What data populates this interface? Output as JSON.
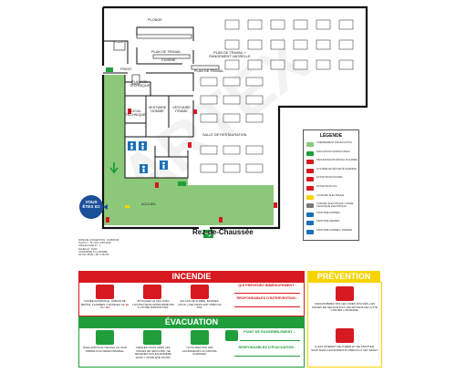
{
  "plan": {
    "rooms": {
      "plonge": "PLONGE",
      "four": "FOUR",
      "plan_travail_1": "PLAN DE TRAVAIL",
      "cuisine": "CUISINE",
      "plan_travail_vaisselle": "PLAN DE TRAVAIL + RANGEMENT VAISSELLE",
      "frigo": "FRIGO",
      "plan_travail_2": "PLAN DE TRAVAIL",
      "placard_technique": "PLACARD TECHNIQUE",
      "local_technique": "LOCAL TECHNIQUE",
      "vestiaire_homme": "VESTIAIRE HOMME",
      "vestiaire_femme": "VESTIAIRE FEMME",
      "salle_restauration": "SALLE DE RESTAURATION",
      "accueil": "ACCUEIL"
    },
    "you_are_here": "VOUS ÊTES ICI",
    "floor_title": "Rez-de-Chaussée",
    "info_lines": [
      "DATE DE CONCEPTION : 01/08/2019",
      "PLAN N° : 75 / 001 / ART-3010",
      "ANGLE D'AXE N° : 1",
      "ÉCHELLE : 1/200",
      "CONFORME À LA NORME",
      "NF ISO 23601 / NF X 08-070"
    ],
    "watermark": "ARTEX"
  },
  "legend": {
    "title": "LÉGENDE",
    "items": [
      {
        "text": "CHEMINEMENT D'ÉVACUATION",
        "color": "#8cc87a"
      },
      {
        "text": "ÉVACUATION SORTIE FINALE",
        "color": "#1f9e3b"
      },
      {
        "text": "DÉCLENCHEUR MANUEL D'ALARME",
        "color": "#d71920"
      },
      {
        "text": "SYSTÈME DE SÉCURITÉ INCENDIE",
        "color": "#d71920"
      },
      {
        "text": "EXTINCTEUR POUDRE",
        "color": "#d71920"
      },
      {
        "text": "EXTINCTEUR CO2",
        "color": "#d71920"
      },
      {
        "text": "COUPURE ÉLECTRIQUE",
        "color": "#f6d400"
      },
      {
        "text": "COFFRET ÉLECTRIQUE / VANNE TECHNIQUE ÉLECTRIQUE",
        "color": "#777777"
      },
      {
        "text": "SANITAIRE HOMMES",
        "color": "#1a6fb5"
      },
      {
        "text": "SANITAIRE FEMMES",
        "color": "#1a6fb5"
      },
      {
        "text": "SANITAIRE HOMMES / FEMMES",
        "color": "#1a6fb5"
      }
    ]
  },
  "incendie": {
    "title": "INCENDIE",
    "steps": [
      {
        "text": "FUMÉE ANORMALE, ODEUR DE BRÛLÉ, FLAMMES ? APPELEZ LE",
        "num1": "18",
        "ou": "OU",
        "num2": "112"
      },
      {
        "text": "ATTAQUEZ LE FEU AVEC L'EXTINCTEUR APPROPRIÉ MIS À VOTRE DISPOSITION."
      },
      {
        "text": "EN CAS DE FUMÉE, BAISSEZ-VOUS, L'AIR FRAIS EST PRÈS DU SOL."
      }
    ],
    "field1": "QUI PRÉVENEZ IMMÉDIATEMENT :",
    "field2": "RESPONSABLES D'INTERVENTION :"
  },
  "evacuation": {
    "title": "ÉVACUATION",
    "steps": [
      {
        "text": "ÉVALUATION AU SIGNAL OU SUR ORDRE D'UN RESPONSABLE."
      },
      {
        "text": "DIRIGEZ-VOUS VERS LES ISSUES DE SECOURS. NE REVENEZ PAS EN ARRIÈRE SANS Y AVOIR ÉTÉ INVITÉ."
      },
      {
        "text": "N'UTILISEZ PAS LES ASCENSEURS OU MONTE-CHARGES."
      }
    ],
    "field1": "POINT DE RASSEMBLEMENT :",
    "field2": "RESPONSABLES D'ÉVACUATION :"
  },
  "prevention": {
    "title": "PRÉVENTION",
    "item1": "N'ENCOMBREZ PAS LES VOIES D'ACCÈS, LES ISSUES DE SECOURS ET LES MOYENS DE LUTTE CONTRE L'INCENDIE.",
    "item2": "IL EST INTERDIT DE FUMER ET DE VAPOTER, SAUF DANS LES ENDROITS PRÉVUS À CET EFFET."
  },
  "colors": {
    "red": "#d71920",
    "green": "#1f9e3b",
    "light_green": "#8cc87a",
    "yellow": "#f6d400",
    "blue": "#1a6fb5"
  }
}
